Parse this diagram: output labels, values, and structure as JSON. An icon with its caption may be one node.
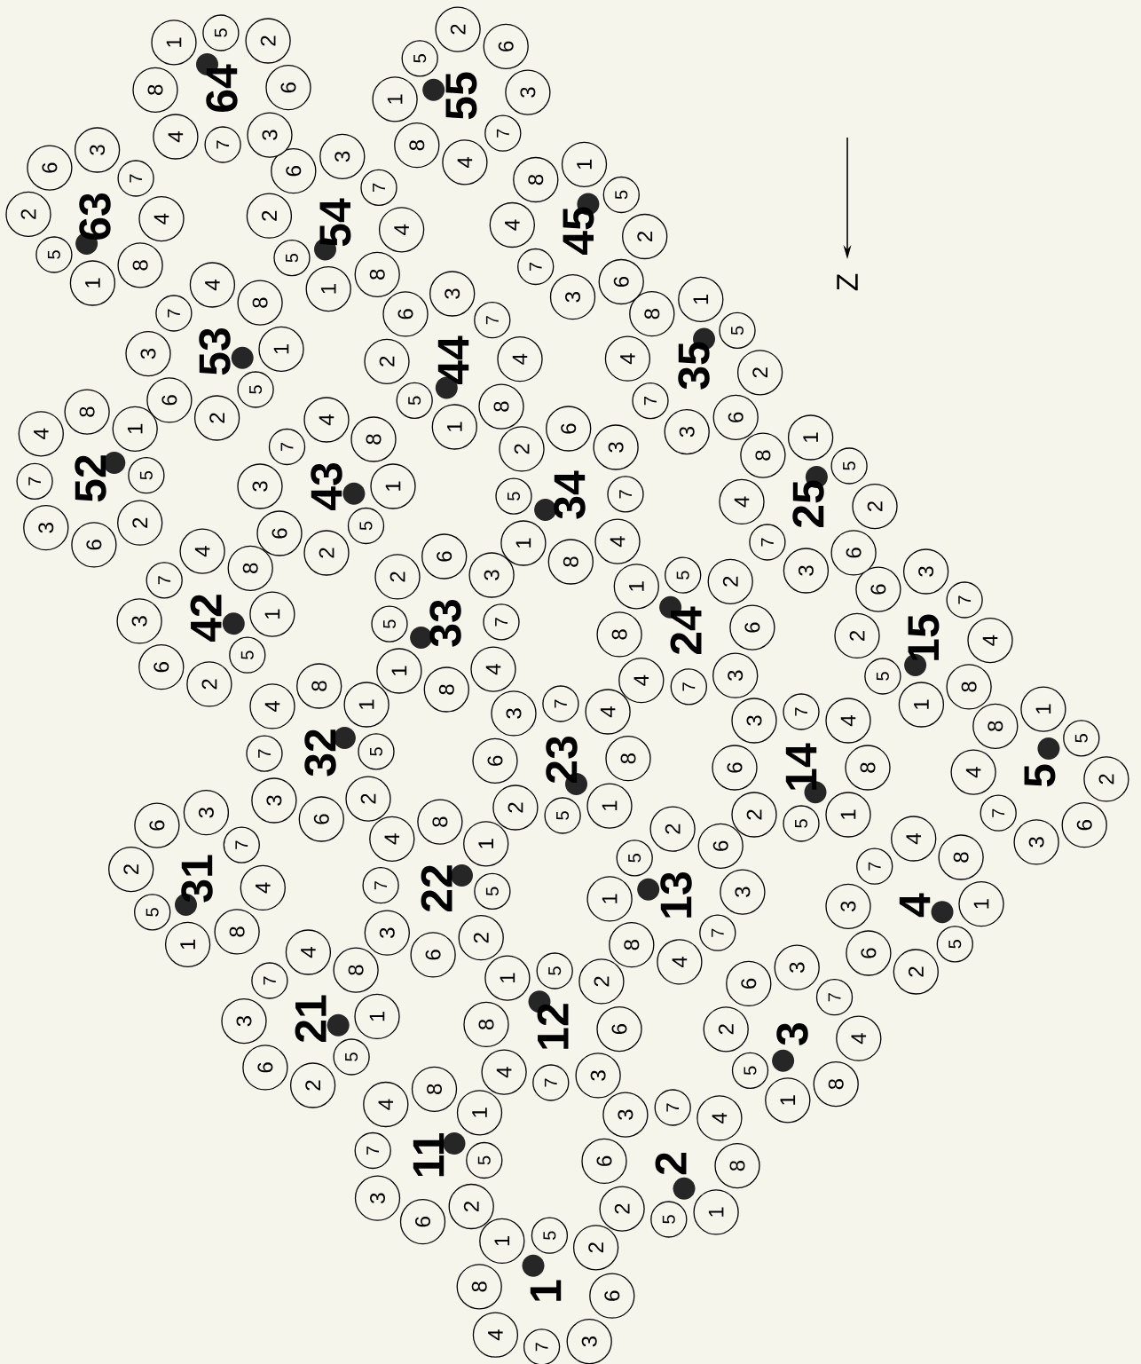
{
  "diagram": {
    "nodes": [
      {
        "text": [
          "1"
        ]
      },
      {
        "text": [
          "5"
        ]
      },
      {
        "text": [
          "2"
        ]
      },
      {
        "text": [
          "6"
        ]
      },
      {
        "text": [
          "3"
        ]
      },
      {
        "text": [
          "7"
        ]
      },
      {
        "text": [
          "4"
        ]
      },
      {
        "text": [
          "8"
        ]
      },
      {
        "text": [
          "1"
        ]
      },
      {
        "text": [
          "5"
        ]
      },
      {
        "text": [
          "2"
        ]
      },
      {
        "text": [
          "6"
        ]
      },
      {
        "text": [
          "3"
        ]
      },
      {
        "text": [
          "7"
        ]
      },
      {
        "text": [
          "4"
        ]
      },
      {
        "text": [
          "8"
        ]
      },
      {
        "text": [
          "1"
        ]
      },
      {
        "text": [
          "5"
        ]
      },
      {
        "text": [
          "2"
        ]
      },
      {
        "text": [
          "6"
        ]
      },
      {
        "text": [
          "3"
        ]
      },
      {
        "text": [
          "7"
        ]
      },
      {
        "text": [
          "4"
        ]
      },
      {
        "text": [
          "8"
        ]
      },
      {
        "text": [
          "1"
        ]
      },
      {
        "text": [
          "5"
        ]
      },
      {
        "text": [
          "2"
        ]
      },
      {
        "text": [
          "6"
        ]
      },
      {
        "text": [
          "3"
        ]
      },
      {
        "text": [
          "7"
        ]
      },
      {
        "text": [
          "4"
        ]
      },
      {
        "text": [
          "8"
        ]
      },
      {
        "text": [
          "1"
        ]
      },
      {
        "text": [
          "5"
        ]
      },
      {
        "text": [
          "2"
        ]
      },
      {
        "text": [
          "6"
        ]
      },
      {
        "text": [
          "3"
        ]
      },
      {
        "text": [
          "7"
        ]
      },
      {
        "text": [
          "4"
        ]
      },
      {
        "text": [
          "8"
        ]
      },
      {
        "text": [
          "1"
        ]
      },
      {
        "text": [
          "5"
        ]
      },
      {
        "text": [
          "2"
        ]
      },
      {
        "text": [
          "6"
        ]
      },
      {
        "text": [
          "3"
        ]
      },
      {
        "text": [
          "7"
        ]
      },
      {
        "text": [
          "4"
        ]
      },
      {
        "text": [
          "8"
        ]
      },
      {
        "text": [
          "1"
        ]
      },
      {
        "text": [
          "5"
        ]
      },
      {
        "text": [
          "2"
        ]
      },
      {
        "text": [
          "6"
        ]
      },
      {
        "text": [
          "3"
        ]
      },
      {
        "text": [
          "7"
        ]
      },
      {
        "text": [
          "4"
        ]
      },
      {
        "text": [
          "8"
        ]
      },
      {
        "text": [
          "1"
        ]
      },
      {
        "text": [
          "5"
        ]
      },
      {
        "text": [
          "2"
        ]
      },
      {
        "text": [
          "6"
        ]
      },
      {
        "text": [
          "3"
        ]
      },
      {
        "text": [
          "7"
        ]
      },
      {
        "text": [
          "4"
        ]
      },
      {
        "text": [
          "8"
        ]
      },
      {
        "text": [
          "1"
        ]
      },
      {
        "text": [
          "5"
        ]
      },
      {
        "text": [
          "2"
        ]
      },
      {
        "text": [
          "6"
        ]
      },
      {
        "text": [
          "3"
        ]
      },
      {
        "text": [
          "7"
        ]
      },
      {
        "text": [
          "4"
        ]
      },
      {
        "text": [
          "8"
        ]
      },
      {
        "text": [
          "1"
        ]
      },
      {
        "text": [
          "5"
        ]
      },
      {
        "text": [
          "2"
        ]
      },
      {
        "text": [
          "6"
        ]
      },
      {
        "text": [
          "3"
        ]
      },
      {
        "text": [
          "7"
        ]
      },
      {
        "text": [
          "4"
        ]
      },
      {
        "text": [
          "8"
        ]
      },
      {
        "text": [
          "1"
        ]
      },
      {
        "text": [
          "5"
        ]
      },
      {
        "text": [
          "2"
        ]
      },
      {
        "text": [
          "6"
        ]
      },
      {
        "text": [
          "3"
        ]
      },
      {
        "text": [
          "7"
        ]
      },
      {
        "text": [
          "4"
        ]
      },
      {
        "text": [
          "8"
        ]
      },
      {
        "text": [
          "1"
        ]
      },
      {
        "text": [
          "5"
        ]
      },
      {
        "text": [
          "2"
        ]
      },
      {
        "text": [
          "6"
        ]
      },
      {
        "text": [
          "3"
        ]
      },
      {
        "text": [
          "7"
        ]
      },
      {
        "text": [
          "4"
        ]
      },
      {
        "text": [
          "8"
        ]
      },
      {
        "text": [
          "1"
        ]
      },
      {
        "text": [
          "5"
        ]
      },
      {
        "text": [
          "2"
        ]
      },
      {
        "text": [
          "6"
        ]
      },
      {
        "text": [
          "3"
        ]
      },
      {
        "text": [
          "7"
        ]
      },
      {
        "text": [
          "4"
        ]
      },
      {
        "text": [
          "8"
        ]
      },
      {
        "text": [
          "1"
        ]
      },
      {
        "text": [
          "5"
        ]
      },
      {
        "text": [
          "2"
        ]
      },
      {
        "text": [
          "6"
        ]
      },
      {
        "text": [
          "3"
        ]
      },
      {
        "text": [
          "7"
        ]
      },
      {
        "text": [
          "4"
        ]
      },
      {
        "text": [
          "8"
        ]
      },
      {
        "text": [
          "1"
        ]
      },
      {
        "text": [
          "5"
        ]
      },
      {
        "text": [
          "2"
        ]
      },
      {
        "text": [
          "6"
        ]
      },
      {
        "text": [
          "3"
        ]
      },
      {
        "text": [
          "7"
        ]
      },
      {
        "text": [
          "4"
        ]
      },
      {
        "text": [
          "8"
        ]
      },
      {
        "text": [
          "1"
        ]
      },
      {
        "text": [
          "5"
        ]
      },
      {
        "text": [
          "2"
        ]
      },
      {
        "text": [
          "6"
        ]
      },
      {
        "text": [
          "3"
        ]
      },
      {
        "text": [
          "7"
        ]
      },
      {
        "text": [
          "4"
        ]
      },
      {
        "text": [
          "8"
        ]
      },
      {
        "text": [
          "1"
        ]
      },
      {
        "text": [
          "5"
        ]
      },
      {
        "text": [
          "2"
        ]
      },
      {
        "text": [
          "6"
        ]
      },
      {
        "text": [
          "3"
        ]
      },
      {
        "text": [
          "7"
        ]
      },
      {
        "text": [
          "4"
        ]
      },
      {
        "text": [
          "8"
        ]
      },
      {
        "text": [
          "1"
        ]
      },
      {
        "text": [
          "5"
        ]
      },
      {
        "text": [
          "2"
        ]
      },
      {
        "text": [
          "6"
        ]
      },
      {
        "text": [
          "3"
        ]
      },
      {
        "text": [
          "7"
        ]
      },
      {
        "text": [
          "4"
        ]
      },
      {
        "text": [
          "8"
        ]
      },
      {
        "text": [
          "1"
        ]
      },
      {
        "text": [
          "5"
        ]
      },
      {
        "text": [
          "2"
        ]
      },
      {
        "text": [
          "6"
        ]
      },
      {
        "text": [
          "3"
        ]
      },
      {
        "text": [
          "7"
        ]
      },
      {
        "text": [
          "4"
        ]
      },
      {
        "text": [
          "8"
        ]
      },
      {
        "text": [
          "1"
        ]
      },
      {
        "text": [
          "5"
        ]
      },
      {
        "text": [
          "2"
        ]
      },
      {
        "text": [
          "6"
        ]
      },
      {
        "text": [
          "3"
        ]
      },
      {
        "text": [
          "7"
        ]
      },
      {
        "text": [
          "4"
        ]
      },
      {
        "text": [
          "8"
        ]
      },
      {
        "text": [
          "1"
        ]
      },
      {
        "text": [
          "5"
        ]
      },
      {
        "text": [
          "2"
        ]
      },
      {
        "text": [
          "6"
        ]
      },
      {
        "text": [
          "3"
        ]
      },
      {
        "text": [
          "7"
        ]
      },
      {
        "text": [
          "4"
        ]
      },
      {
        "text": [
          "8"
        ]
      },
      {
        "text": [
          "1"
        ]
      },
      {
        "text": [
          "5"
        ]
      },
      {
        "text": [
          "2"
        ]
      },
      {
        "text": [
          "6"
        ]
      },
      {
        "text": [
          "3"
        ]
      },
      {
        "text": [
          "7"
        ]
      },
      {
        "text": [
          "4"
        ]
      },
      {
        "text": [
          "8"
        ]
      },
      {
        "text": [
          "1"
        ]
      },
      {
        "text": [
          "5"
        ]
      },
      {
        "text": [
          "2"
        ]
      },
      {
        "text": [
          "6"
        ]
      },
      {
        "text": [
          "3"
        ]
      },
      {
        "text": [
          "7"
        ]
      },
      {
        "text": [
          "4"
        ]
      },
      {
        "text": [
          "8"
        ]
      },
      {
        "text": [
          "1"
        ]
      },
      {
        "text": [
          "5"
        ]
      },
      {
        "text": [
          "2"
        ]
      },
      {
        "text": [
          "6"
        ]
      },
      {
        "text": [
          "3"
        ]
      },
      {
        "text": [
          "7"
        ]
      },
      {
        "text": [
          "4"
        ]
      },
      {
        "text": [
          "8"
        ]
      },
      {
        "text": [
          "1"
        ]
      },
      {
        "text": [
          "5"
        ]
      },
      {
        "text": [
          "2"
        ]
      },
      {
        "text": [
          "6"
        ]
      },
      {
        "text": [
          "3"
        ]
      },
      {
        "text": [
          "7"
        ]
      },
      {
        "text": [
          "4"
        ]
      },
      {
        "text": [
          "8"
        ]
      },
      {
        "text": [
          "1"
        ]
      },
      {
        "text": [
          "5"
        ]
      },
      {
        "text": [
          "2"
        ]
      },
      {
        "text": [
          "6"
        ]
      },
      {
        "text": [
          "3"
        ]
      },
      {
        "text": [
          "7"
        ]
      },
      {
        "text": [
          "4"
        ]
      },
      {
        "text": [
          "8"
        ]
      },
      {
        "text": [
          "1"
        ]
      },
      {
        "text": [
          "5"
        ]
      },
      {
        "text": [
          "2"
        ]
      },
      {
        "text": [
          "6"
        ]
      },
      {
        "text": [
          "3"
        ]
      },
      {
        "text": [
          "7"
        ]
      },
      {
        "text": [
          "4"
        ]
      },
      {
        "text": [
          "8"
        ]
      },
      {
        "text": [
          "1"
        ]
      },
      {
        "text": [
          "5"
        ]
      },
      {
        "text": [
          "2"
        ]
      },
      {
        "text": [
          "6"
        ]
      },
      {
        "text": [
          "3"
        ]
      },
      {
        "text": [
          "7"
        ]
      },
      {
        "text": [
          "4"
        ]
      },
      {
        "text": [
          "8"
        ]
      },
      {
        "text": [
          "1"
        ]
      },
      {
        "text": [
          "5"
        ]
      },
      {
        "text": [
          "2"
        ]
      },
      {
        "text": [
          "6"
        ]
      },
      {
        "text": [
          "3"
        ]
      },
      {
        "text": [
          "7"
        ]
      },
      {
        "text": [
          "4"
        ]
      },
      {
        "text": [
          "8"
        ]
      },
      {
        "text": [
          "1"
        ]
      },
      {
        "text": [
          "5"
        ]
      },
      {
        "text": [
          "2"
        ]
      },
      {
        "text": [
          "6"
        ]
      },
      {
        "text": [
          "3"
        ]
      },
      {
        "text": [
          "7"
        ]
      },
      {
        "text": [
          "4"
        ]
      },
      {
        "text": [
          "8"
        ]
      }
    ],
    "labels": [
      "1",
      "2",
      "3",
      "4",
      "5",
      "11",
      "12",
      "13",
      "14",
      "15",
      "21",
      "22",
      "23",
      "24",
      "25",
      "31",
      "32",
      "33",
      "34",
      "35",
      "42",
      "43",
      "44",
      "45",
      "52",
      "53",
      "54",
      "55",
      "63",
      "64",
      "Z"
    ]
  }
}
